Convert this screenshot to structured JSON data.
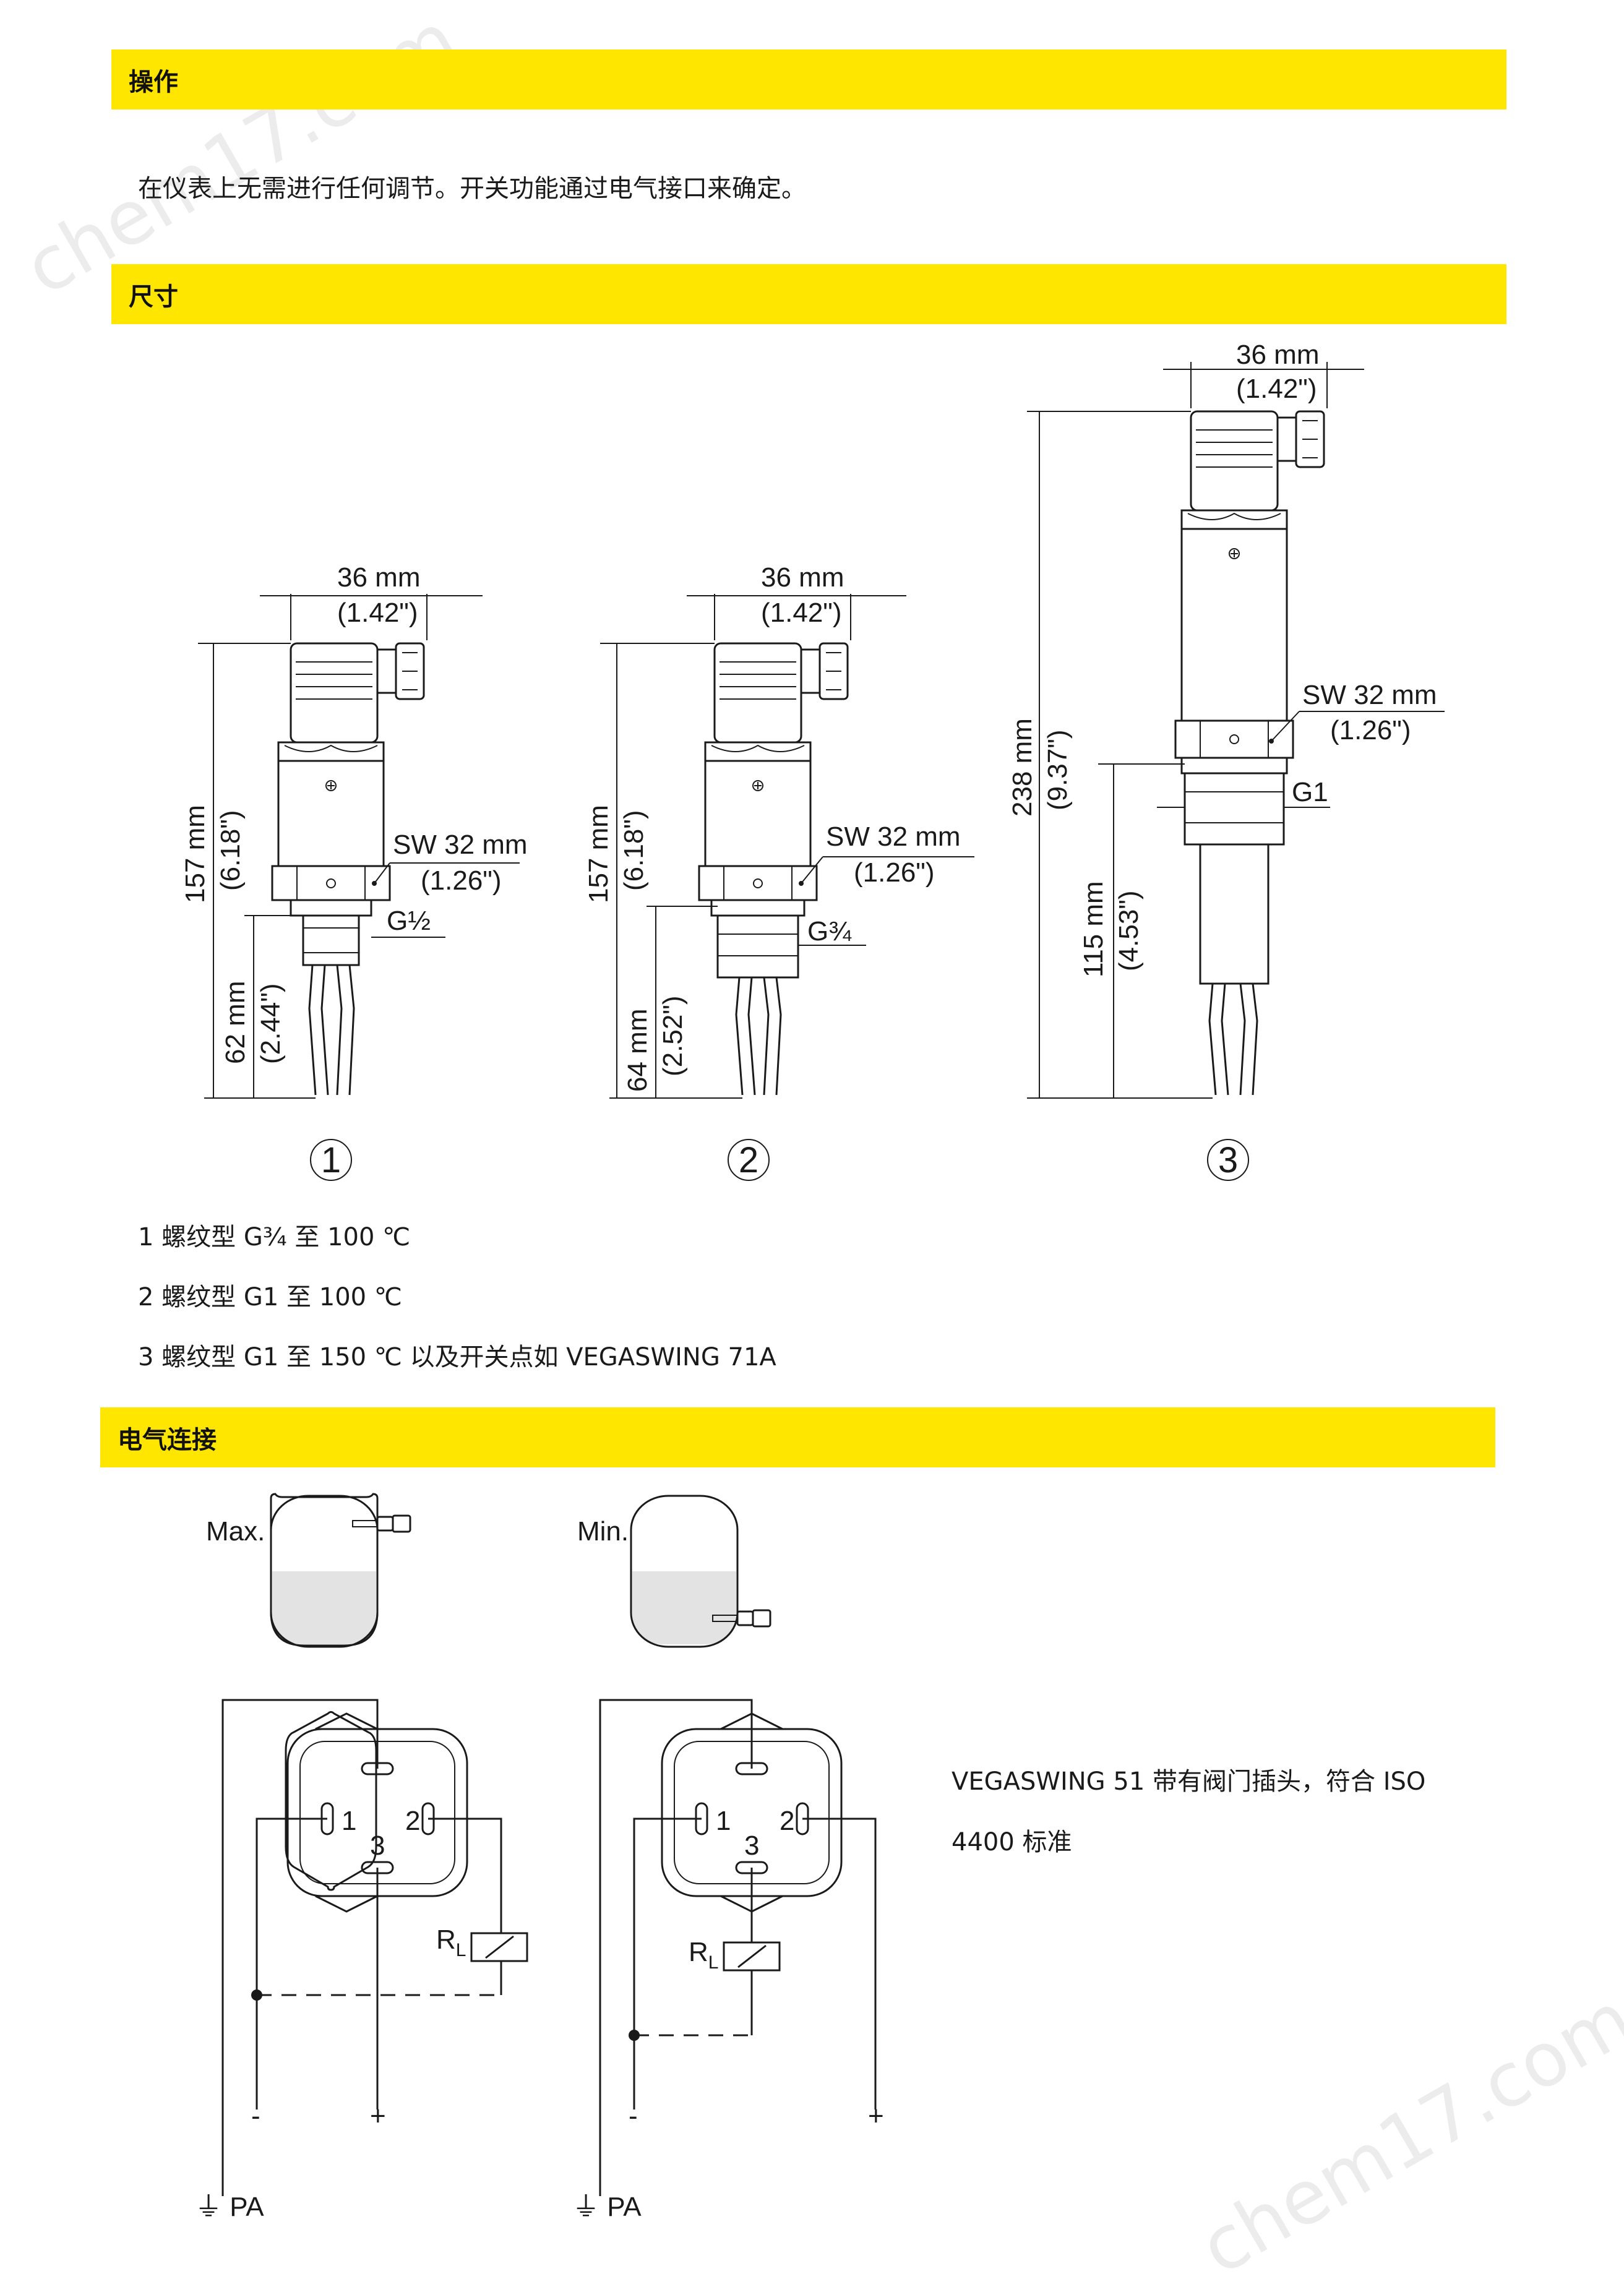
{
  "sections": {
    "operation": {
      "title": "操作",
      "text": "在仪表上无需进行任何调节。开关功能通过电气接口来确定。"
    },
    "dimensions": {
      "title": "尺寸",
      "variant1": {
        "num": "1",
        "width_mm": "36 mm",
        "width_in": "(1.42\")",
        "height_mm": "157 mm",
        "height_in": "(6.18\")",
        "len_mm": "62 mm",
        "len_in": "(2.44\")",
        "sw_mm": "SW 32 mm",
        "sw_in": "(1.26\")",
        "thread": "G½"
      },
      "variant2": {
        "num": "2",
        "width_mm": "36 mm",
        "width_in": "(1.42\")",
        "height_mm": "157 mm",
        "height_in": "(6.18\")",
        "len_mm": "64 mm",
        "len_in": "(2.52\")",
        "sw_mm": "SW 32 mm",
        "sw_in": "(1.26\")",
        "thread": "G¾"
      },
      "variant3": {
        "num": "3",
        "width_mm": "36 mm",
        "width_in": "(1.42\")",
        "height_mm": "238 mm",
        "height_in": "(9.37\")",
        "len_mm": "115 mm",
        "len_in": "(4.53\")",
        "sw_mm": "SW 32 mm",
        "sw_in": "(1.26\")",
        "thread": "G1"
      },
      "legend": [
        "1 螺纹型 G¾ 至 100 ℃",
        "2 螺纹型 G1 至 100 ℃",
        "3 螺纹型 G1 至 150 ℃ 以及开关点如 VEGASWING 71A"
      ]
    },
    "electrical": {
      "title": "电气连接",
      "left": {
        "level": "Max.",
        "pin1": "1",
        "pin2": "2",
        "pin3": "3",
        "relay": "R",
        "relay_sub": "L",
        "minus": "-",
        "plus": "+",
        "pa": "⏚ PA"
      },
      "right": {
        "level": "Min.",
        "pin1": "1",
        "pin2": "2",
        "pin3": "3",
        "relay": "R",
        "relay_sub": "L",
        "minus": "-",
        "plus": "+",
        "pa": "⏚ PA"
      },
      "description_line1": "VEGASWING 51 带有阀门插头，符合 ISO",
      "description_line2": "4400 标准"
    }
  },
  "watermark": "chem17.com"
}
